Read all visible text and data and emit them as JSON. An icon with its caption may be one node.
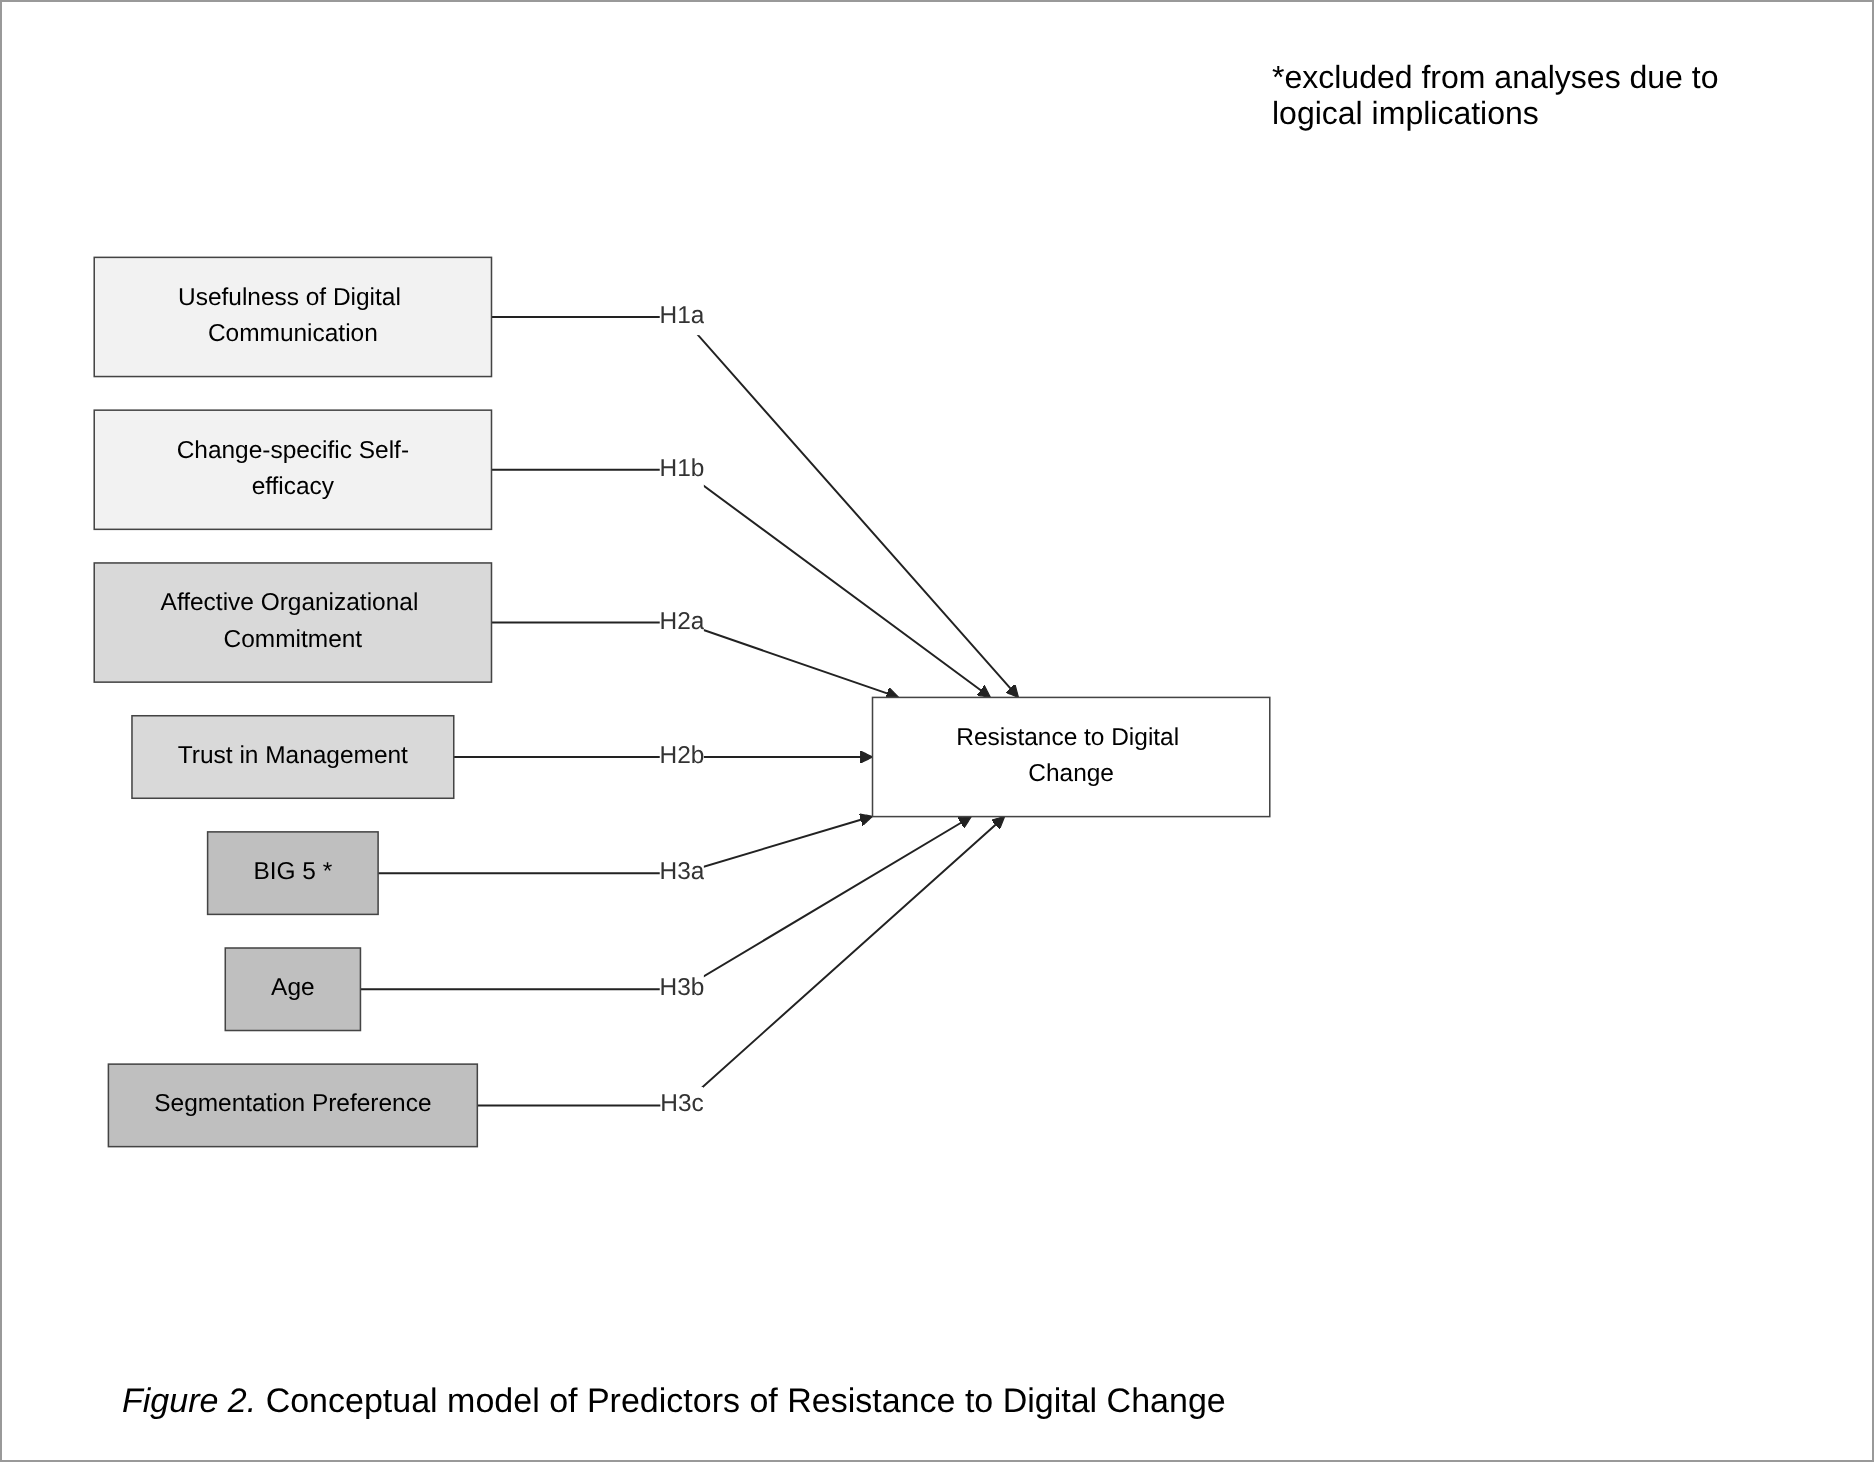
{
  "diagram": {
    "caption": "*Figure 2.* Conceptual model of Predictors of Resistance to Digital Change",
    "nodes": [
      {
        "text": [
          "Usefulness of Digital Communication"
        ]
      },
      {
        "text": [
          "Change-specific Self-efficacy"
        ]
      },
      {
        "text": [
          "Affective Organizational Commitment"
        ]
      },
      {
        "text": [
          "Trust in Management"
        ]
      },
      {
        "text": [
          "BIG 5 *"
        ]
      },
      {
        "text": [
          "Age"
        ]
      },
      {
        "text": [
          "Segmentation Preference"
        ]
      },
      {
        "text": [
          "Resistance to Digital Change"
        ]
      }
    ],
    "edges": [
      {
        "from": 0,
        "to": 7,
        "arrow": "to",
        "label": "H1a"
      },
      {
        "from": 1,
        "to": 7,
        "arrow": "to",
        "label": "H1b"
      },
      {
        "from": 2,
        "to": 7,
        "arrow": "to",
        "label": "H2a"
      },
      {
        "from": 3,
        "to": 7,
        "arrow": "to",
        "label": "H2b"
      },
      {
        "from": 4,
        "to": 7,
        "arrow": "to",
        "label": "H3a"
      },
      {
        "from": 5,
        "to": 7,
        "arrow": "to",
        "label": "H3b"
      },
      {
        "from": 6,
        "to": 7,
        "arrow": "to",
        "label": "H3c"
      }
    ],
    "labels": [
      "*excluded from analyses due to logical implications"
    ]
  }
}
